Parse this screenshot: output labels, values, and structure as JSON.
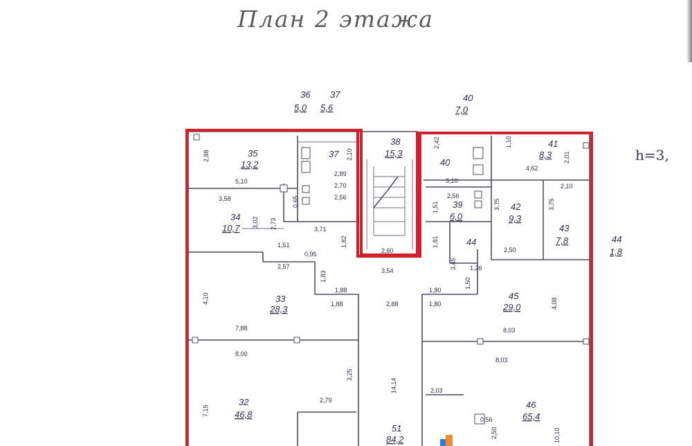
{
  "title": "План  2  этажа",
  "height_note": "h=3,",
  "outside_labels": [
    {
      "num": "36",
      "area": "5,0"
    },
    {
      "num": "37",
      "area": "5,6"
    },
    {
      "num": "40",
      "area": "7,0"
    },
    {
      "num": "44",
      "area": "1,8"
    }
  ],
  "rooms": [
    {
      "num": "35",
      "area": "13,2"
    },
    {
      "num": "37",
      "area": ""
    },
    {
      "num": "38",
      "area": "15,3"
    },
    {
      "num": "40",
      "area": ""
    },
    {
      "num": "41",
      "area": "8,3"
    },
    {
      "num": "34",
      "area": "10,7"
    },
    {
      "num": "39",
      "area": "6,0"
    },
    {
      "num": "42",
      "area": "9,3"
    },
    {
      "num": "43",
      "area": "7,8"
    },
    {
      "num": "44",
      "area": ""
    },
    {
      "num": "33",
      "area": "28,3"
    },
    {
      "num": "45",
      "area": "29,0"
    },
    {
      "num": "32",
      "area": "46,8"
    },
    {
      "num": "51",
      "area": "84,2"
    },
    {
      "num": "46",
      "area": "65,4"
    }
  ],
  "dimensions": [
    "2,88",
    "2,10",
    "2,89",
    "2,70",
    "2,56",
    "5,10",
    "3,58",
    "3,02",
    "2,73",
    "3,71",
    "1,82",
    "1,51",
    "0,95",
    "2,57",
    "1,83",
    "1,88",
    "1,88",
    "2,60",
    "3,54",
    "2,88",
    "1,80",
    "1,80",
    "1,81",
    "1,51",
    "3,45",
    "1,50",
    "1,26",
    "2,42",
    "1,10",
    "2,01",
    "4,62",
    "2,10",
    "3,10",
    "2,56",
    "3,75",
    "3,75",
    "2,50",
    "4,10",
    "7,88",
    "8,00",
    "4,08",
    "8,03",
    "8,03",
    "3,25",
    "14,14",
    "2,79",
    "7,15",
    "2,03",
    "0,56",
    "2,50",
    "10,10",
    "0,65"
  ],
  "colors": {
    "boundary": "#d21f2a",
    "walls": "#4a4d5e",
    "text": "#2b2f4a"
  }
}
